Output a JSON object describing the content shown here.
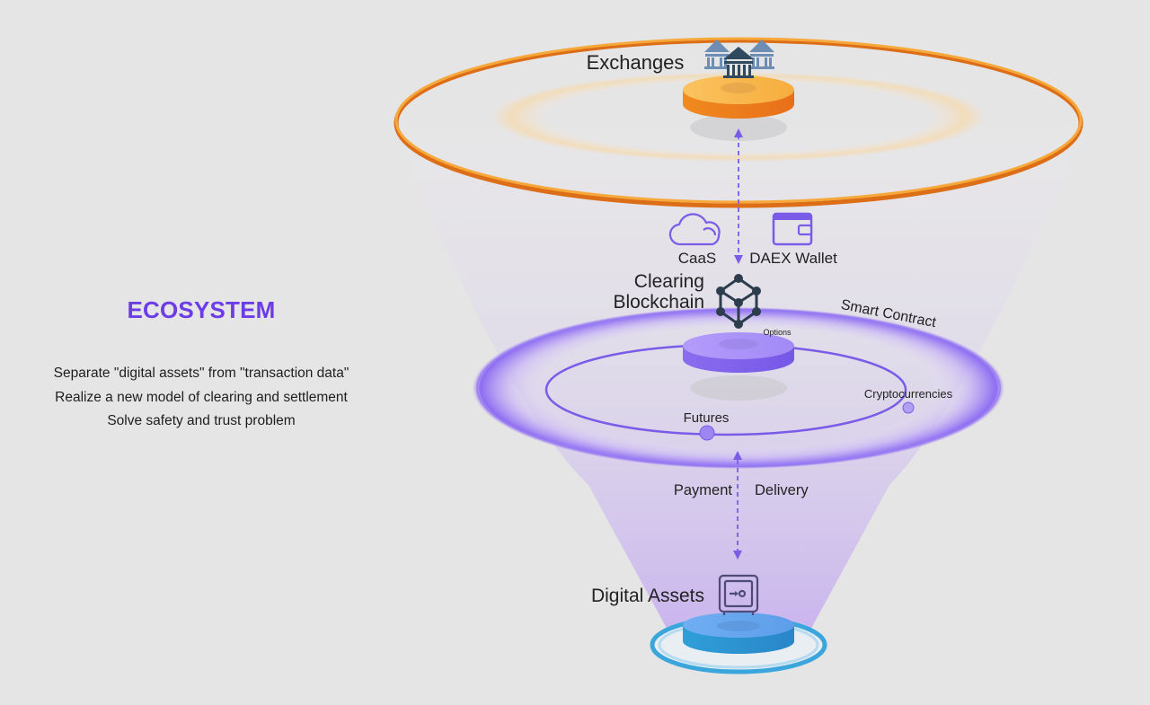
{
  "intro": {
    "title": "ECOSYSTEM",
    "lines": [
      "Separate \"digital assets\" from \"transaction data\"",
      "Realize a new model of clearing and settlement",
      "Solve safety and trust problem"
    ]
  },
  "diagram": {
    "top_layer": {
      "label": "Exchanges",
      "icon": "bank-building-icon",
      "color": "#f5a233"
    },
    "services": [
      {
        "label": "CaaS",
        "icon": "cloud-icon"
      },
      {
        "label": "DAEX Wallet",
        "icon": "wallet-icon"
      }
    ],
    "middle_layer": {
      "label_line1": "Clearing",
      "label_line2": "Blockchain",
      "icon": "blockchain-cube-icon",
      "ring_label": "Smart Contract",
      "orbit_items": [
        "Options",
        "Futures",
        "Cryptocurrencies"
      ],
      "color": "#8a6cf0"
    },
    "flows": {
      "left": "Payment",
      "right": "Delivery"
    },
    "bottom_layer": {
      "label": "Digital Assets",
      "icon": "safe-vault-icon",
      "color": "#3aa6dc"
    }
  },
  "colors": {
    "accent_purple": "#6c3ce6",
    "orange": "#f08a1e",
    "blue": "#3aa6dc",
    "background": "#e6e5e6"
  }
}
